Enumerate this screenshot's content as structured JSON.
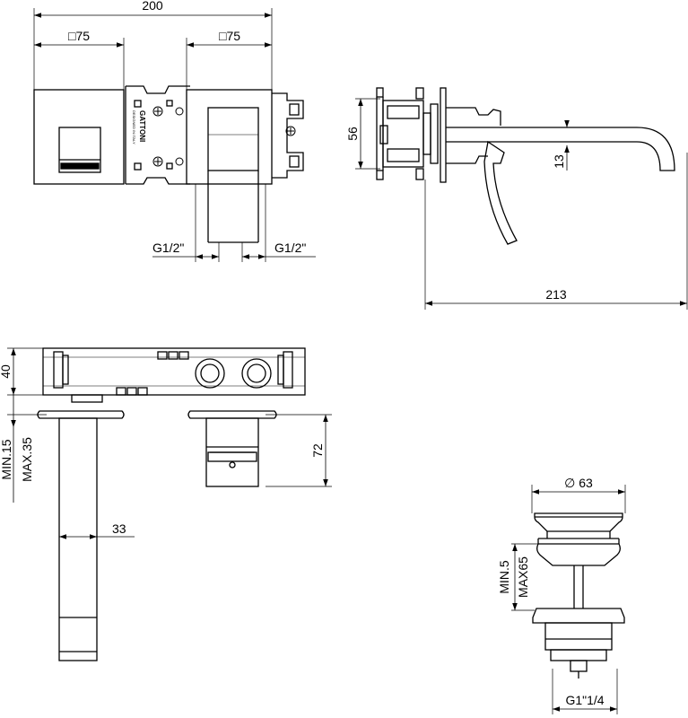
{
  "colors": {
    "line": "#000000",
    "background": "#ffffff"
  },
  "front_view": {
    "dims": {
      "overall_width": "200",
      "left_square": "□75",
      "right_square": "□75",
      "thread_left": "G1/2\"",
      "thread_right": "G1/2\""
    },
    "logo": {
      "brand": "GATTONI",
      "tagline": "DESIGNED IN ITALY"
    }
  },
  "side_view": {
    "dims": {
      "box_height": "56",
      "spout_height": "13",
      "spout_projection": "213"
    }
  },
  "top_view": {
    "dims": {
      "body_depth": "40",
      "wall_min": "MIN.15",
      "wall_max": "MAX.35",
      "spout_width": "33",
      "handle_depth": "72"
    }
  },
  "waste_view": {
    "dims": {
      "cap_diameter": "∅ 63",
      "stroke_min": "MIN.5",
      "stroke_max": "MAX65",
      "thread": "G1\"1/4"
    }
  }
}
